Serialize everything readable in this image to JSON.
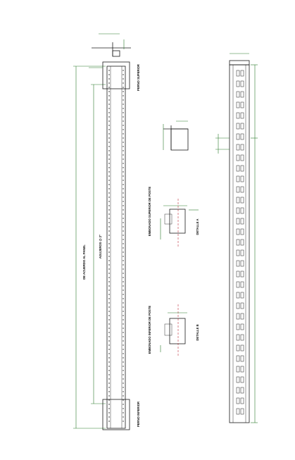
{
  "drawing": {
    "background": "#ffffff",
    "line_color": "#1a1a1a",
    "dimension_color": "#2a7a2a",
    "axis_color": "#c0303a",
    "label_color": "#111111",
    "labels": {
      "upper_end": "PERNO SUPERIOR",
      "lower_end": "PERNO INFERIOR",
      "anchor_spacing": "DE ACUERDO AL PANEL",
      "spacing_note": "AGUJEROS @ 2\"",
      "detail_a_title": "EMBONADO SUPERIOR DE POSTE",
      "detail_a_name": "DETALLE A",
      "detail_b_title": "EMBONADO INFERIOR DE POSTE",
      "detail_b_name": "DETALLE B"
    }
  }
}
